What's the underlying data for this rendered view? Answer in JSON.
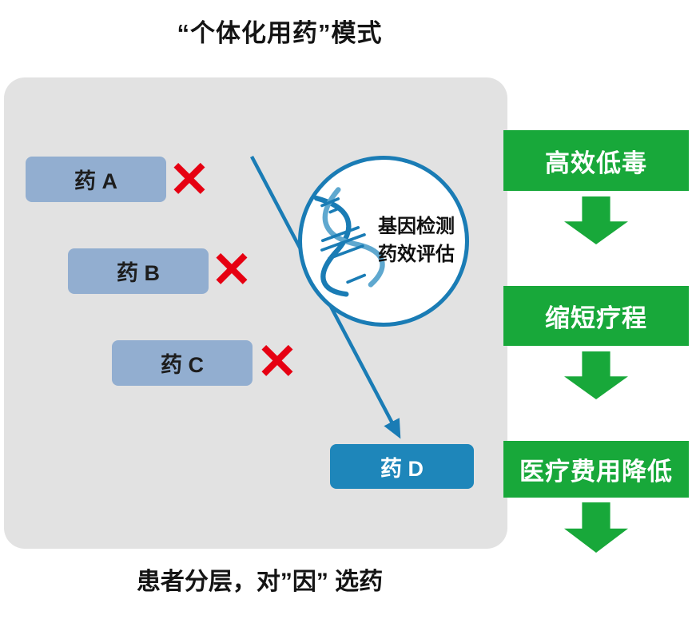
{
  "title": "“个体化用药”模式",
  "panel": {
    "drugs": [
      {
        "label": "药 A"
      },
      {
        "label": "药 B"
      },
      {
        "label": "药 C"
      }
    ],
    "rejected_mark": "✕",
    "selected_drug": {
      "label": "药 D"
    },
    "gene_circle": {
      "line1": "基因检测",
      "line2": "药效评估"
    },
    "caption": "患者分层，对”因” 选药"
  },
  "benefits": [
    {
      "label": "高效低毒"
    },
    {
      "label": "缩短疗程"
    },
    {
      "label": "医疗费用降低"
    }
  ],
  "colors": {
    "drug_box": "#92aed0",
    "selected_drug_box": "#1e86ba",
    "reject_x": "#e60012",
    "benefit_green": "#18a83a",
    "circle_border": "#1a7cb5",
    "arrow_blue": "#1a7cb5",
    "panel_bg": "#e2e2e2"
  },
  "icons": {
    "dna": "dna-helix-icon",
    "down_arrow": "down-arrow-icon",
    "selection_arrow": "selection-arrow-icon",
    "reject": "reject-x-icon"
  }
}
